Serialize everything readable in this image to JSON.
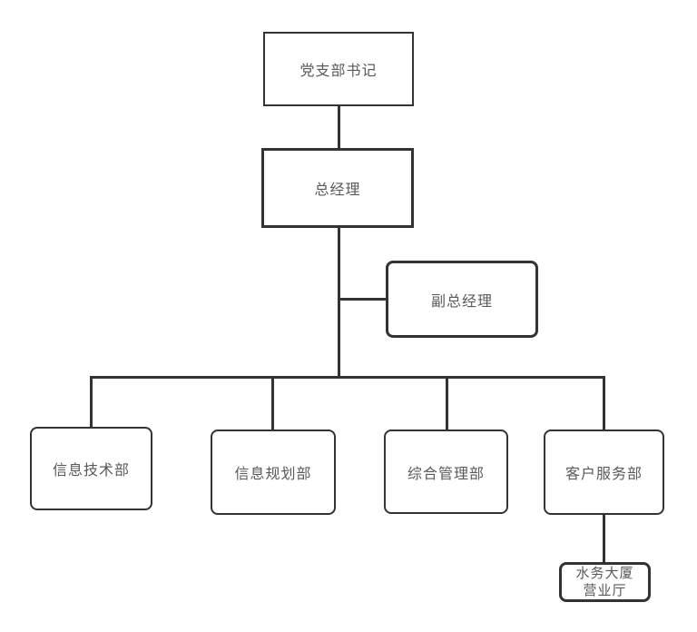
{
  "diagram": {
    "type": "org-chart",
    "colors": {
      "background": "#ffffff",
      "border": "#333333",
      "line": "#333333",
      "text": "#595959"
    },
    "nodes": {
      "party_secretary": {
        "label": "党支部书记"
      },
      "general_manager": {
        "label": "总经理"
      },
      "deputy_general_manager": {
        "label": "副总经理"
      },
      "it_dept": {
        "label": "信息技术部"
      },
      "planning_dept": {
        "label": "信息规划部"
      },
      "admin_dept": {
        "label": "综合管理部"
      },
      "customer_service_dept": {
        "label": "客户服务部"
      },
      "business_hall": {
        "label": "水务大厦营业厅",
        "line1": "水务大厦",
        "line2": "营业厅"
      }
    },
    "edges": [
      {
        "from": "party_secretary",
        "to": "general_manager"
      },
      {
        "from": "general_manager",
        "to": "deputy_general_manager"
      },
      {
        "from": "general_manager",
        "to": "it_dept"
      },
      {
        "from": "general_manager",
        "to": "planning_dept"
      },
      {
        "from": "general_manager",
        "to": "admin_dept"
      },
      {
        "from": "general_manager",
        "to": "customer_service_dept"
      },
      {
        "from": "customer_service_dept",
        "to": "business_hall"
      }
    ]
  }
}
